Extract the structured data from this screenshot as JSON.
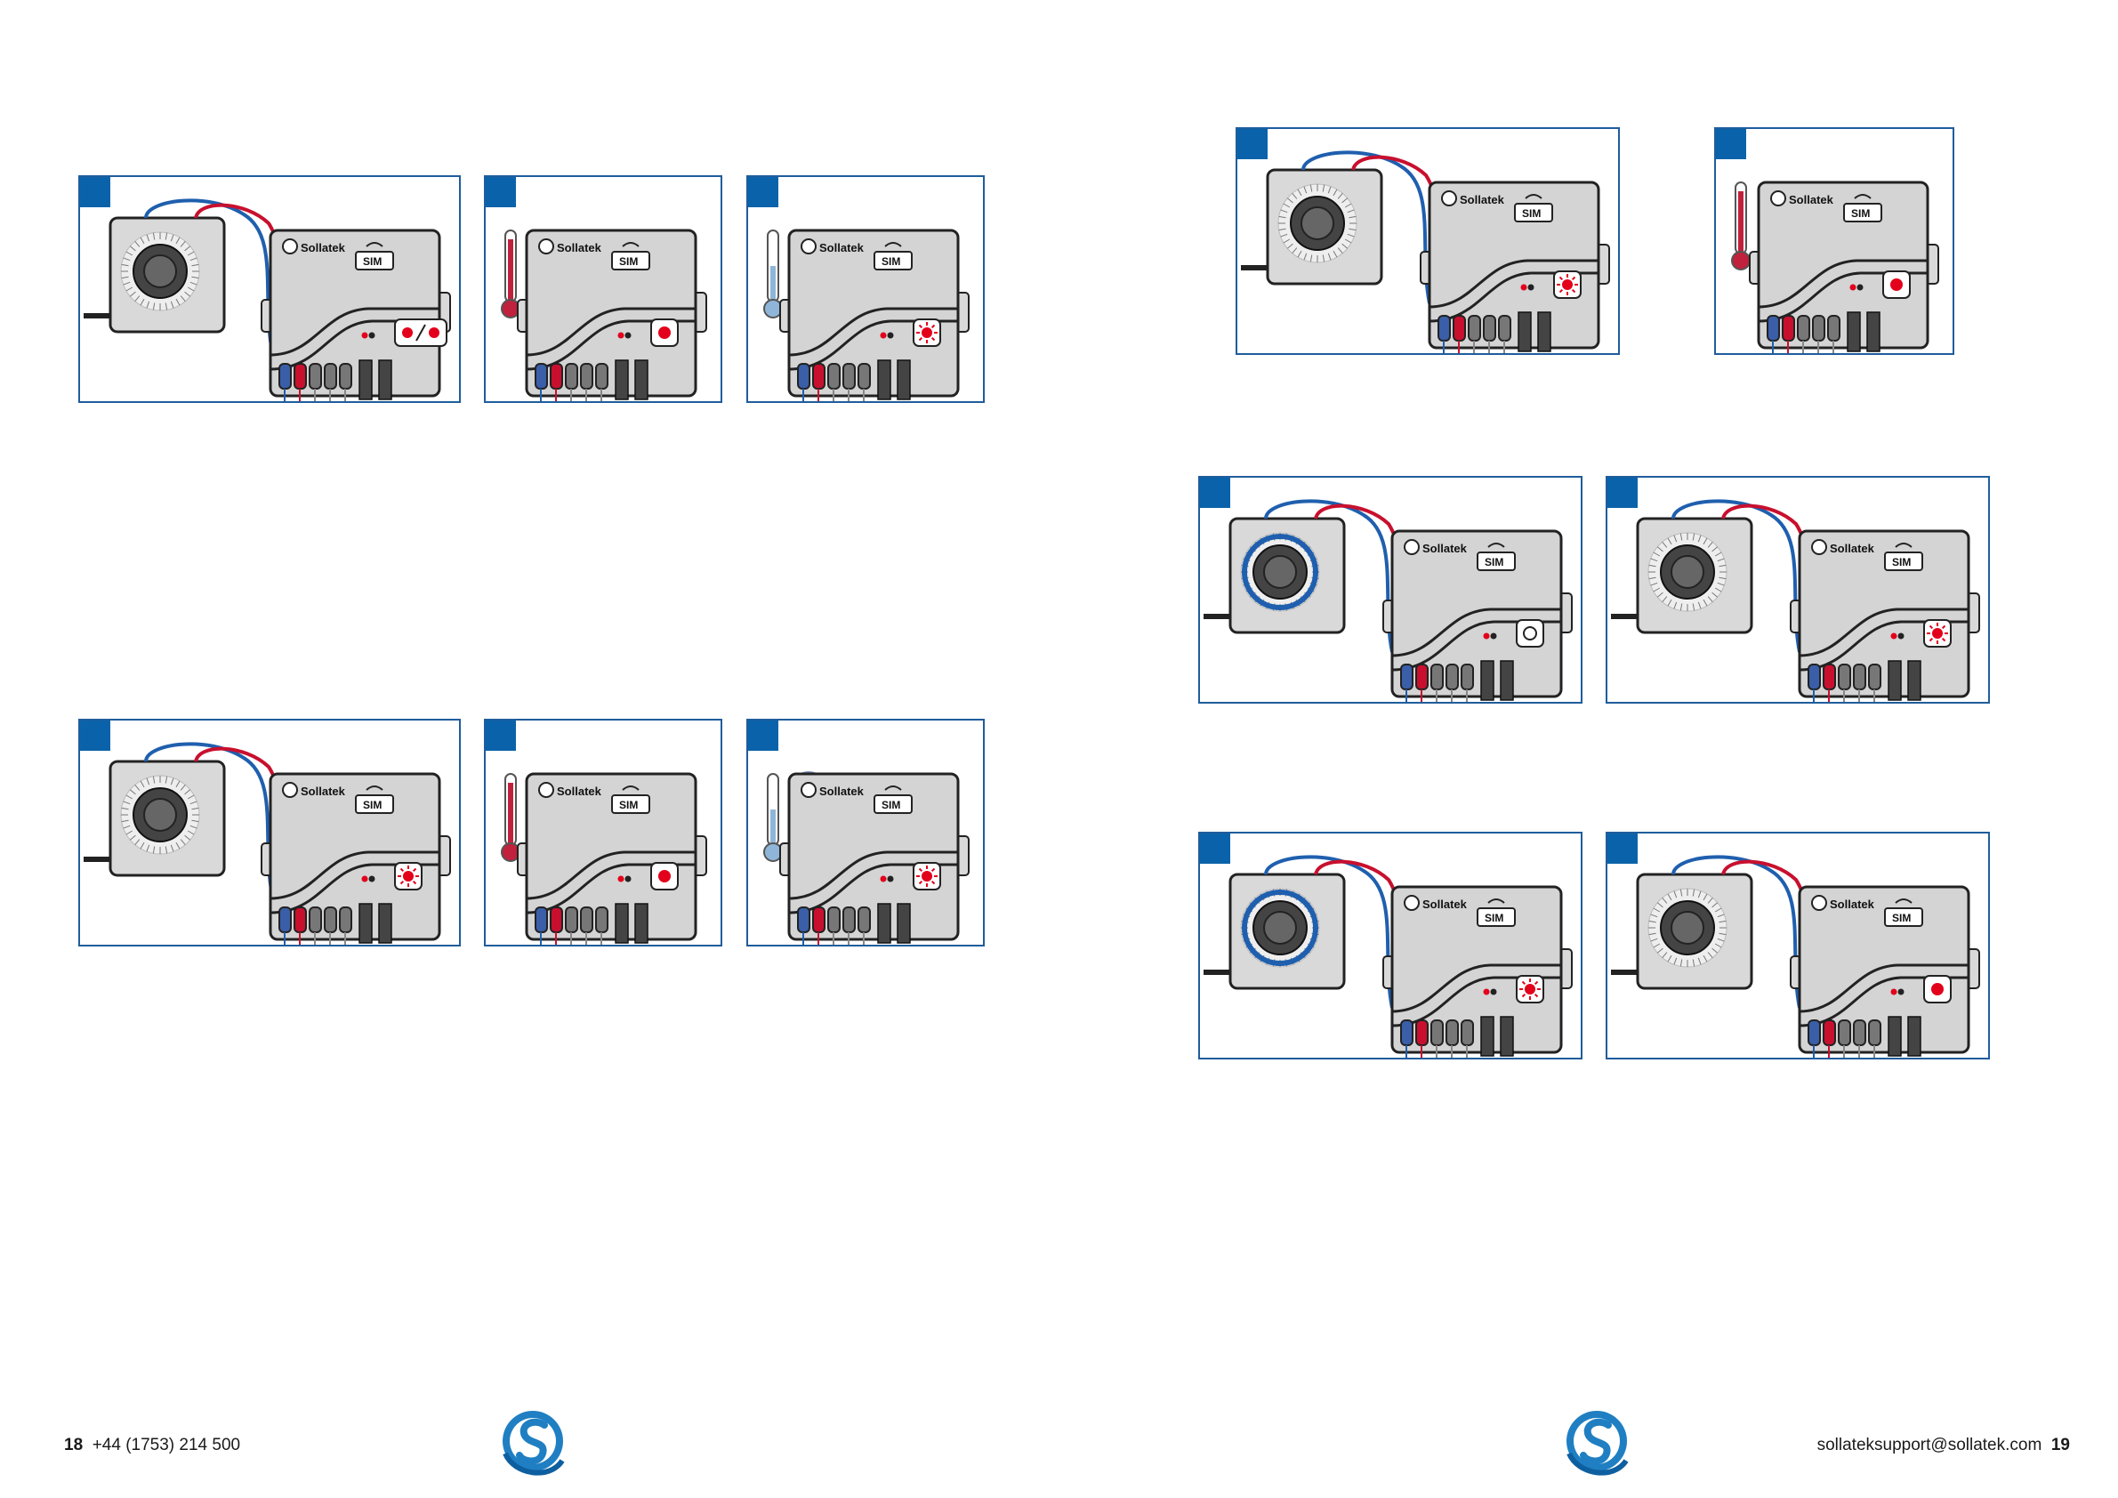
{
  "brand": {
    "name": "Sollatek",
    "sim_label": "SIM"
  },
  "colors": {
    "panel_border": "#1f5d9c",
    "step_badge": "#0a63aa",
    "led_red": "#e3001b",
    "wire_red": "#c8102e",
    "wire_blue": "#1f5fae"
  },
  "left_page": {
    "page_number": "18",
    "phone": "+44 (1753) 214 500"
  },
  "right_page": {
    "page_number": "19",
    "email": "sollateksupport@sollatek.com"
  },
  "panels": [
    {
      "id": "p1",
      "has_voltage_tester": true,
      "indicator": "alternating-led",
      "side_icon": "none"
    },
    {
      "id": "p2",
      "has_voltage_tester": false,
      "indicator": "solid-led",
      "side_icon": "thermometer-hot"
    },
    {
      "id": "p3",
      "has_voltage_tester": false,
      "indicator": "flashing-led",
      "side_icon": "thermometer-cold"
    },
    {
      "id": "p4",
      "has_voltage_tester": true,
      "indicator": "flashing-led",
      "side_icon": "none"
    },
    {
      "id": "p5",
      "has_voltage_tester": false,
      "indicator": "solid-led",
      "side_icon": "thermometer-hot"
    },
    {
      "id": "p6",
      "has_voltage_tester": false,
      "indicator": "flashing-led",
      "side_icon": "thermometer-cold-timer"
    },
    {
      "id": "p7",
      "has_voltage_tester": true,
      "indicator": "flashing-led",
      "side_icon": "none"
    },
    {
      "id": "p8",
      "has_voltage_tester": false,
      "indicator": "solid-led",
      "side_icon": "thermometer-hot"
    },
    {
      "id": "p9",
      "has_voltage_tester": true,
      "indicator": "off-led",
      "side_icon": "none",
      "dial_turning": true
    },
    {
      "id": "p10",
      "has_voltage_tester": true,
      "indicator": "flashing-led",
      "side_icon": "none"
    },
    {
      "id": "p11",
      "has_voltage_tester": true,
      "indicator": "flashing-led",
      "side_icon": "none",
      "dial_turning": true
    },
    {
      "id": "p12",
      "has_voltage_tester": true,
      "indicator": "solid-led",
      "side_icon": "none"
    }
  ]
}
